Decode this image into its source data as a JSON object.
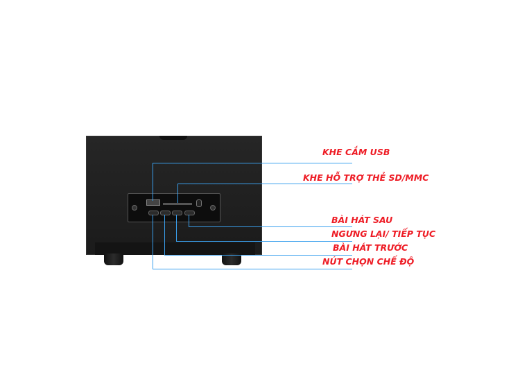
{
  "labels": {
    "usb": "KHE CẮM USB",
    "sd": "KHE HỖ TRỢ THẺ SD/MMC",
    "next": "BÀI HÁT SAU",
    "pause": "NGƯNG LẠI/ TIẾP TỤC",
    "prev": "BÀI HÁT TRƯỚC",
    "mode": "NÚT CHỌN CHẾ ĐỘ"
  },
  "colors": {
    "label": "#ee1c25",
    "leader_line": "#3aa0ee",
    "speaker": "#1e1e1e"
  }
}
